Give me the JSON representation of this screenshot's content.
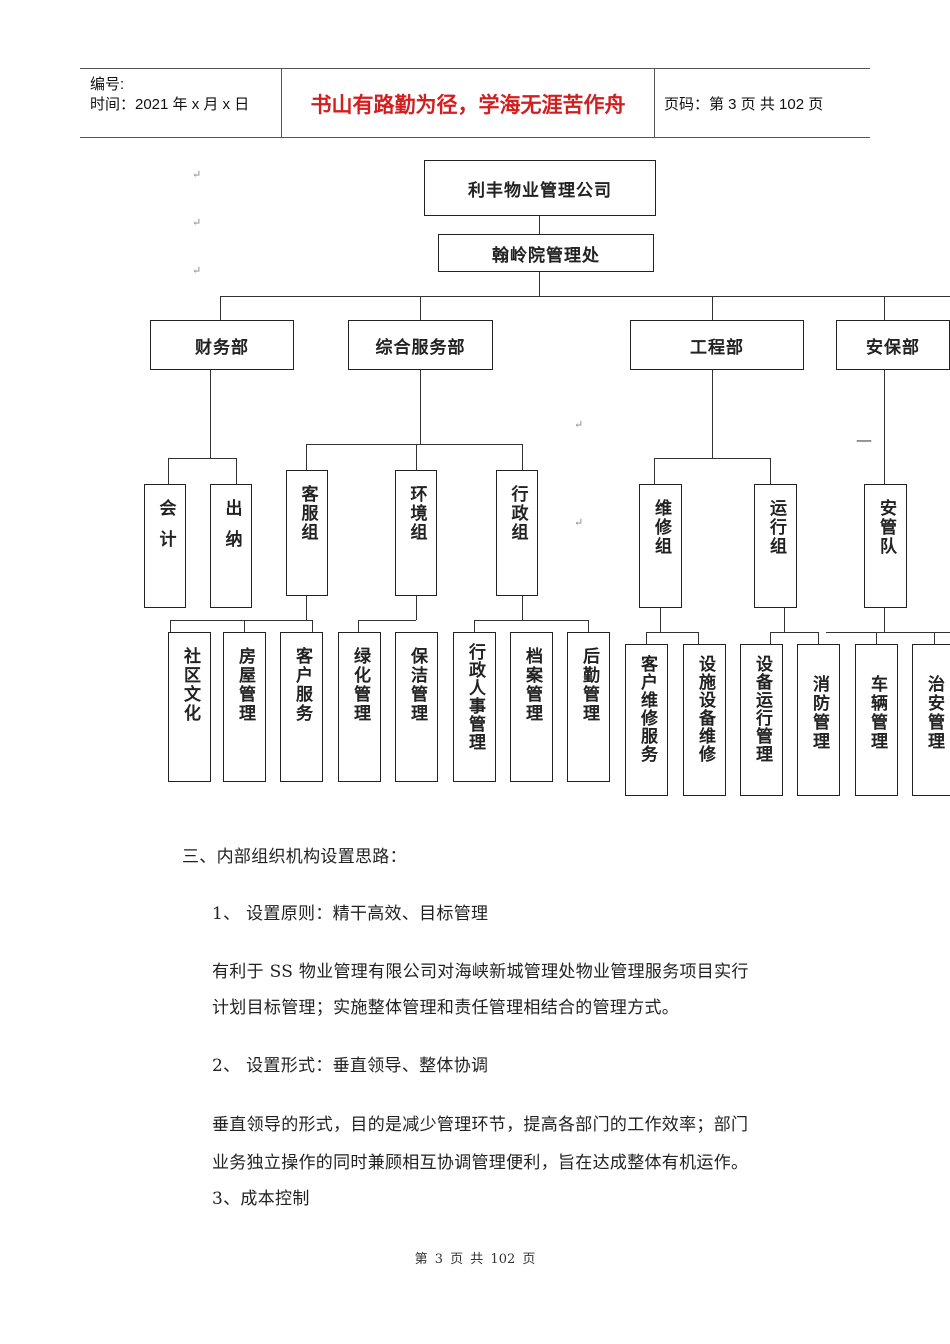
{
  "header": {
    "number_label": "编号:",
    "time_label": "时间：2021 年 x 月 x 日",
    "motto": "书山有路勤为径，学海无涯苦作舟",
    "page_code": "页码：第 3 页  共 102 页"
  },
  "org_chart": {
    "company": "利丰物业管理公司",
    "office": "翰岭院管理处",
    "departments": {
      "finance": "财务部",
      "general_service": "综合服务部",
      "engineering": "工程部",
      "security": "安保部"
    },
    "units": {
      "accountant": "会计",
      "cashier": "出纳",
      "customer_service_group": "客服组",
      "environment_group": "环境组",
      "admin_group": "行政组",
      "maintenance_group": "维修组",
      "operation_group": "运行组",
      "security_team": "安管队"
    },
    "sub_units": {
      "community_culture": "社区文化",
      "housing_mgmt": "房屋管理",
      "customer_service": "客户服务",
      "greening_mgmt": "绿化管理",
      "cleaning_mgmt": "保洁管理",
      "admin_hr_mgmt": "行政人事管理",
      "archive_mgmt": "档案管理",
      "logistics_mgmt": "后勤管理",
      "customer_repair_service": "客户维修服务",
      "facility_equipment_repair": "设施设备维修",
      "equipment_operation_mgmt": "设备运行管理",
      "fire_mgmt": "消防管理",
      "vehicle_mgmt": "车辆管理",
      "public_security_mgmt": "治安管理"
    }
  },
  "content": {
    "section_title": "三、内部组织机构设置思路：",
    "item1_title": "1、 设置原则：精干高效、目标管理",
    "item1_text_line1": "有利于 SS 物业管理有限公司对海峡新城管理处物业管理服务项目实行",
    "item1_text_line2": "计划目标管理；实施整体管理和责任管理相结合的管理方式。",
    "item2_title": "2、 设置形式：垂直领导、整体协调",
    "item2_text_line1": "垂直领导的形式，目的是减少管理环节，提高各部门的工作效率；部门",
    "item2_text_line2": "业务独立操作的同时兼顾相互协调管理便利，旨在达成整体有机运作。",
    "item3_title": "3、成本控制"
  },
  "footer": {
    "page_text": "第 3 页 共 102 页"
  }
}
